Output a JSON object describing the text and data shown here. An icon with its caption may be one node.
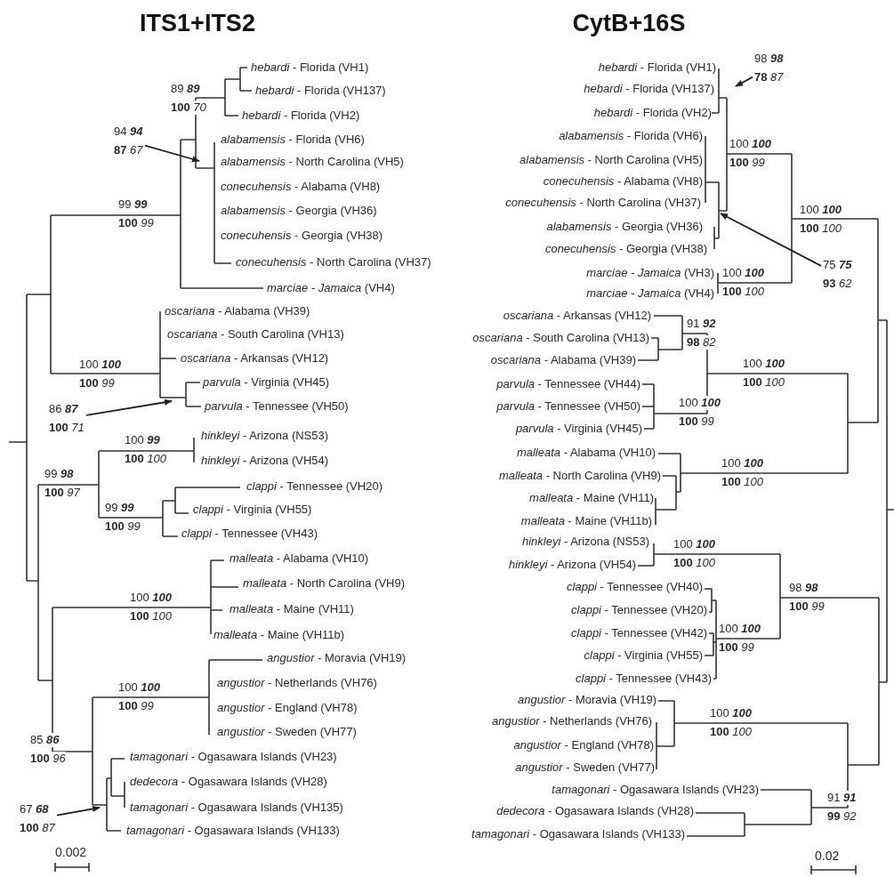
{
  "diagram": {
    "nodes": [
      {
        "text": [
          "94 **94**",
          "**87** *67*"
        ]
      },
      {
        "text": [
          "86 **87**",
          "**100** *71*"
        ]
      },
      {
        "text": [
          "67 **68**",
          "**100** *87*"
        ]
      },
      {
        "text": [
          "98 **98**",
          "**78** *87*"
        ]
      },
      {
        "text": [
          "75 **75**",
          "**93** *62*"
        ]
      }
    ],
    "edges": [
      {
        "from": 0,
        "to": null,
        "arrow": "to"
      },
      {
        "from": 1,
        "to": null,
        "arrow": "to"
      },
      {
        "from": 2,
        "to": null,
        "arrow": "to"
      },
      {
        "from": 3,
        "to": null,
        "arrow": "to"
      },
      {
        "from": 4,
        "to": null,
        "arrow": "to"
      }
    ],
    "labels": [
      "ITS1+ITS2",
      "CytB+16S",
      "*hebardi* - Florida (VH1)",
      "*hebardi* - Florida (VH137)",
      "*hebardi* - Florida (VH2)",
      "*alabamensis* - Florida (VH6)",
      "*alabamensis* - North Carolina (VH5)",
      "*conecuhensis* - Alabama (VH8)",
      "*alabamensis* - Georgia (VH36)",
      "*conecuhensis* - Georgia (VH38)",
      "*conecuhensis* - North Carolina (VH37)",
      "*marciae - Jamaica* (VH4)",
      "*oscariana* - Alabama (VH39)",
      "*oscariana* - South Carolina (VH13)",
      "*oscariana* - Arkansas (VH12)",
      "*parvula* - Virginia (VH45)",
      "*parvula* - Tennessee (VH50)",
      "*hinkleyi* - Arizona (NS53)",
      "*hinkleyi* - Arizona (VH54)",
      "*clappi* - Tennessee (VH20)",
      "*clappi* - Virginia (VH55)",
      "*clappi* - Tennessee (VH43)",
      "*malleata* - Alabama (VH10)",
      "*malleata* - North Carolina (VH9)",
      "*malleata* - Maine (VH11)",
      "*malleata* - Maine (VH11b)",
      "*angustior* - Moravia (VH19)",
      "*angustior* - Netherlands (VH76)",
      "*angustior* - England (VH78)",
      "*angustior* - Sweden (VH77)",
      "*tamagonari* - Ogasawara Islands (VH23)",
      "*dedecora* - Ogasawara Islands (VH28)",
      "*tamagonari* - Ogasawara Islands (VH135)",
      "*tamagonari* - Ogasawara Islands (VH133)",
      "89 **89**",
      "**100** *70*",
      "99 **99**",
      "**100** *99*",
      "100 **100**",
      "**100** *99*",
      "100 **99**",
      "**100** *100*",
      "99 **98**",
      "**100** *97*",
      "99 **99**",
      "**100** *99*",
      "100 **100**",
      "**100** *100*",
      "100 **100**",
      "**100** *99*",
      "85 **86**",
      "**100** *96*",
      "0.002",
      "*hebardi* - Florida (VH1)",
      "*hebardi* - Florida (VH137)",
      "*hebardi* - Florida (VH2)",
      "*alabamensis* - Florida (VH6)",
      "*alabamensis* - North Carolina (VH5)",
      "*conecuhensis* - Alabama (VH8)",
      "*conecuhensis* - North Carolina (VH37)",
      "*alabamensis* - Georgia (VH36)",
      "*conecuhensis* - Georgia (VH38)",
      "*marciae - Jamaica* (VH3)",
      "*marciae - Jamaica* (VH4)",
      "*oscariana* - Arkansas (VH12)",
      "*oscariana* - South Carolina (VH13)",
      "*oscariana* - Alabama (VH39)",
      "*parvula* - Tennessee (VH44)",
      "*parvula* - Tennessee (VH50)",
      "*parvula* - Virginia (VH45)",
      "*malleata* - Alabama (VH10)",
      "*malleata* - North Carolina (VH9)",
      "*malleata* - Maine (VH11)",
      "*malleata* - Maine (VH11b)",
      "*hinkleyi* - Arizona (NS53)",
      "*hinkleyi* - Arizona (VH54)",
      "*clappi* - Tennessee (VH40)",
      "*clappi* - Tennessee (VH20)",
      "*clappi* - Tennessee (VH42)",
      "*clappi* - Virginia (VH55)",
      "*clappi* - Tennessee (VH43)",
      "*angustior* - Moravia (VH19)",
      "*angustior* - Netherlands (VH76)",
      "*angustior* - England (VH78)",
      "*angustior* - Sweden (VH77)",
      "*tamagonari* - Ogasawara Islands (VH23)",
      "*dedecora* - Ogasawara Islands (VH28)",
      "*tamagonari* - Ogasawara Islands (VH133)",
      "100 **100**",
      "**100** *99*",
      "100 **100**",
      "**100** *100*",
      "100 **100**",
      "**100** *100*",
      "91 **92**",
      "**98** *82*",
      "100 **100**",
      "**100** *99*",
      "100 **100**",
      "**100** *100*",
      "100 **100**",
      "**100** *100*",
      "100 **100**",
      "**100** *100*",
      "100 **100**",
      "**100** *99*",
      "98 **98**",
      "**100** *99*",
      "100 **100**",
      "**100** *100*",
      "91 **91**",
      "**99** *92*",
      "0.02"
    ]
  }
}
